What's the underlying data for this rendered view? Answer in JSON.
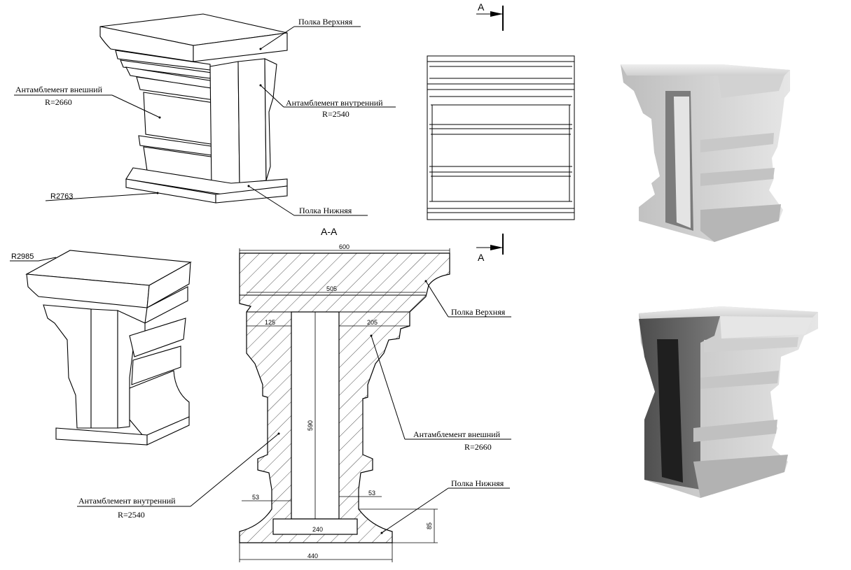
{
  "labels": {
    "top_shelf": "Полка Верхняя",
    "bottom_shelf": "Полка Нижняя",
    "outer_entablature": "Антамблемент внешний",
    "outer_radius": "R=2660",
    "inner_entablature": "Антамблемент внутренний",
    "inner_radius": "R=2540",
    "section_mark": "A",
    "section_title": "А-А"
  },
  "radii": {
    "base_radius": "R2763",
    "top_radius": "R2985"
  },
  "dimensions": {
    "width_total": "600",
    "width_shelf": "505",
    "left_step": "125",
    "right_step": "205",
    "height": "590",
    "wall_left": "53",
    "wall_right": "53",
    "inner_width": "240",
    "base_height": "85",
    "base_width": "440"
  },
  "colors": {
    "line": "#000000",
    "render_light": "#d6d6d6",
    "render_mid": "#a9a9a9",
    "render_dark": "#5f5f5f"
  }
}
